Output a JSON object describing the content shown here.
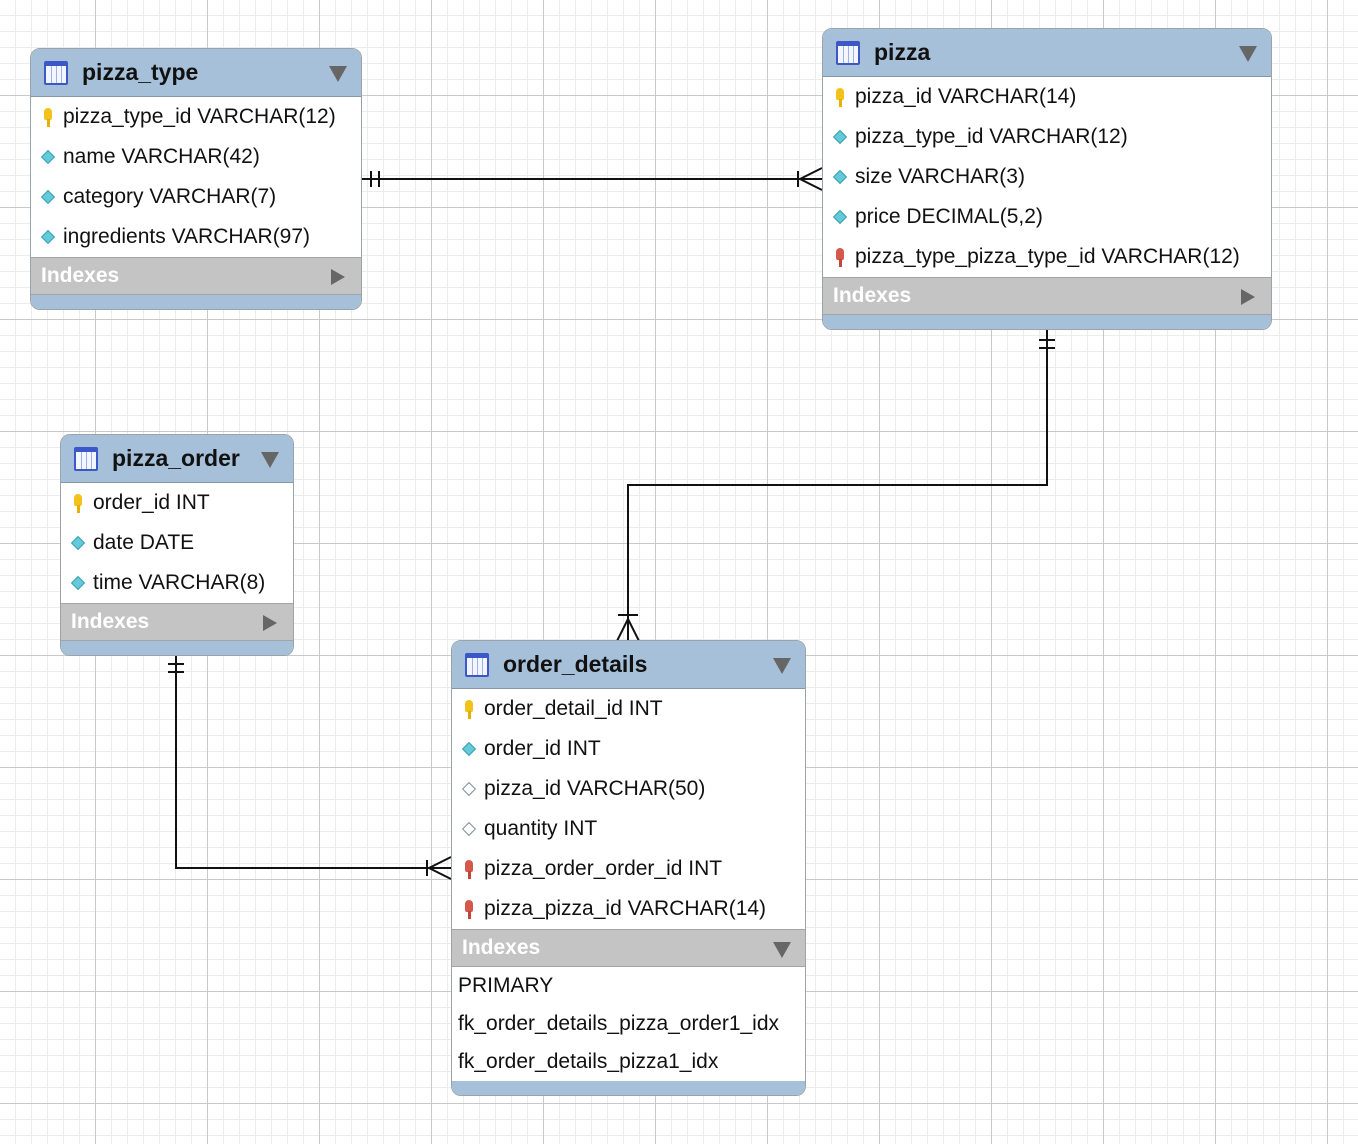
{
  "diagram": {
    "tables": [
      {
        "name": "pizza_type",
        "columns": [
          {
            "icon": "primary-key-icon",
            "text": "pizza_type_id VARCHAR(12)"
          },
          {
            "icon": "not-null-column-icon",
            "text": "name VARCHAR(42)"
          },
          {
            "icon": "not-null-column-icon",
            "text": "category VARCHAR(7)"
          },
          {
            "icon": "not-null-column-icon",
            "text": "ingredients VARCHAR(97)"
          }
        ],
        "indexes_label": "Indexes",
        "indexes_expanded": false
      },
      {
        "name": "pizza",
        "columns": [
          {
            "icon": "primary-key-icon",
            "text": "pizza_id VARCHAR(14)"
          },
          {
            "icon": "not-null-column-icon",
            "text": "pizza_type_id VARCHAR(12)"
          },
          {
            "icon": "not-null-column-icon",
            "text": "size VARCHAR(3)"
          },
          {
            "icon": "not-null-column-icon",
            "text": "price DECIMAL(5,2)"
          },
          {
            "icon": "foreign-key-icon",
            "text": "pizza_type_pizza_type_id VARCHAR(12)"
          }
        ],
        "indexes_label": "Indexes",
        "indexes_expanded": false
      },
      {
        "name": "pizza_order",
        "columns": [
          {
            "icon": "primary-key-icon",
            "text": "order_id INT"
          },
          {
            "icon": "not-null-column-icon",
            "text": "date DATE"
          },
          {
            "icon": "not-null-column-icon",
            "text": "time VARCHAR(8)"
          }
        ],
        "indexes_label": "Indexes",
        "indexes_expanded": false
      },
      {
        "name": "order_details",
        "columns": [
          {
            "icon": "primary-key-icon",
            "text": "order_detail_id INT"
          },
          {
            "icon": "not-null-column-icon",
            "text": "order_id INT"
          },
          {
            "icon": "nullable-column-icon",
            "text": "pizza_id VARCHAR(50)"
          },
          {
            "icon": "nullable-column-icon",
            "text": "quantity INT"
          },
          {
            "icon": "foreign-key-icon",
            "text": "pizza_order_order_id INT"
          },
          {
            "icon": "foreign-key-icon",
            "text": "pizza_pizza_id VARCHAR(14)"
          }
        ],
        "indexes_label": "Indexes",
        "indexes_expanded": true,
        "indexes": [
          "PRIMARY",
          "fk_order_details_pizza_order1_idx",
          "fk_order_details_pizza1_idx"
        ]
      }
    ],
    "relationships": [
      {
        "from": "pizza_type",
        "to": "pizza",
        "type": "one-to-many"
      },
      {
        "from": "pizza",
        "to": "order_details",
        "type": "one-to-many"
      },
      {
        "from": "pizza_order",
        "to": "order_details",
        "type": "one-to-many"
      }
    ],
    "colors": {
      "header": "#a6c0d9",
      "indexes_bar": "#c4c4c4",
      "connector": "#111111",
      "primary_key": "#f2c11a",
      "foreign_key": "#d4584b",
      "not_null": "#64c9d9"
    }
  }
}
